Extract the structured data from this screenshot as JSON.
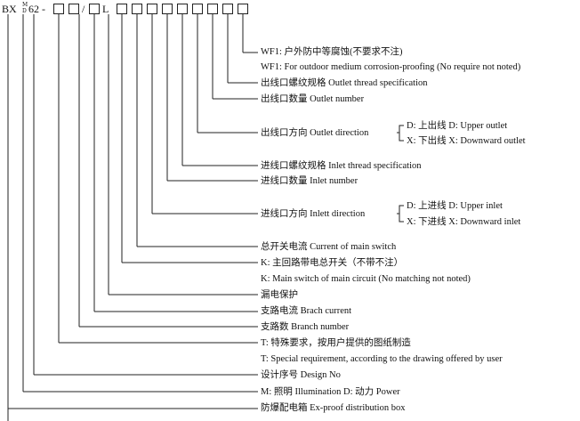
{
  "code": {
    "prefix": "BX",
    "sup_top": "M",
    "sup_bottom": "D",
    "num": "62",
    "dash": "-",
    "slash": "/",
    "letter": "L"
  },
  "labels": [
    "WF1: 户外防中等腐蚀(不要求不注)",
    "WF1: For outdoor medium corrosion-proofing (No require not noted)",
    "出线口螺纹规格 Outlet thread specification",
    "出线口数量 Outlet number",
    "出线口方向 Outlet direction",
    "进线口螺纹规格 Inlet thread specification",
    "进线口数量 Inlet number",
    "进线口方向 Inlett direction",
    "总开关电流 Current of main switch",
    "K: 主回路带电总开关（不带不注）",
    "K: Main switch of main circuit (No matching not noted)",
    "漏电保护",
    "支路电流 Brach current",
    "支路数 Branch number",
    "T: 特殊要求，按用户提供的图纸制造",
    "T: Special requirement, according to the drawing offered by user",
    "设计序号 Design No",
    "M: 照明 Illumination   D: 动力 Power",
    "防爆配电箱 Ex-proof distribution box"
  ],
  "outlet_options": [
    "D:  上出线   D: Upper outlet",
    "X:  下出线   X: Downward outlet"
  ],
  "inlet_options": [
    "D:  上进线   D: Upper inlet",
    "X:  下进线   X: Downward inlet"
  ]
}
